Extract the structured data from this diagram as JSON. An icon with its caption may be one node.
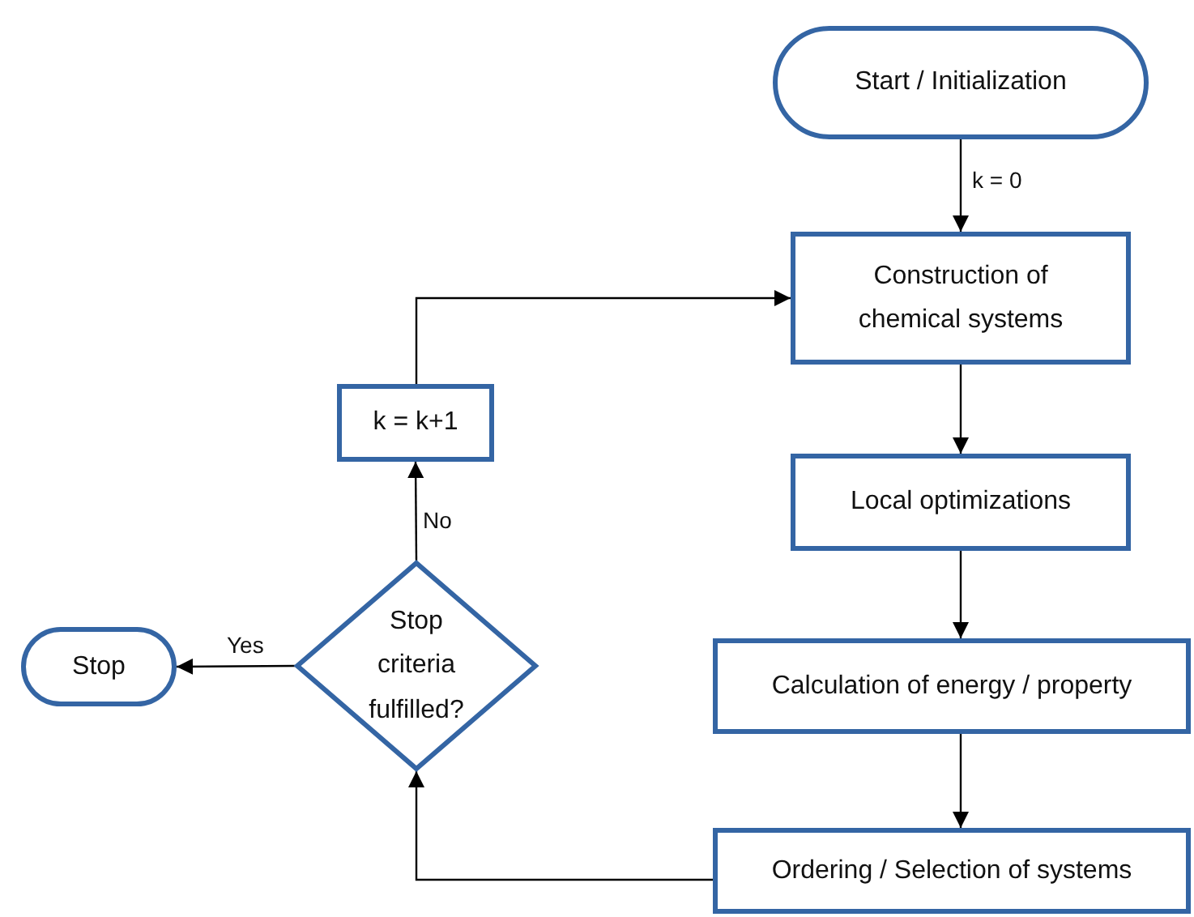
{
  "diagram": {
    "nodes": [
      {
        "text": [
          "Start / Initialization"
        ]
      },
      {
        "text": [
          "Construction of chemical systems"
        ]
      },
      {
        "text": [
          "k = k+1"
        ]
      },
      {
        "text": [
          "Local optimizations"
        ]
      },
      {
        "text": [
          "Stop"
        ]
      },
      {
        "text": [
          "Stop criteria fulfilled?"
        ]
      },
      {
        "text": [
          "Calculation of energy / property"
        ]
      },
      {
        "text": [
          "Ordering / Selection of systems"
        ]
      }
    ],
    "edges": [
      {
        "from": 0,
        "to": 1,
        "arrow": "to",
        "label": "k = 0"
      },
      {
        "from": 1,
        "to": 3,
        "arrow": "to"
      },
      {
        "from": 3,
        "to": 6,
        "arrow": "to"
      },
      {
        "from": 6,
        "to": 7,
        "arrow": "to"
      },
      {
        "from": 7,
        "to": 5,
        "arrow": "to"
      },
      {
        "from": 5,
        "to": 2,
        "arrow": "to",
        "label": "No"
      },
      {
        "from": 2,
        "to": 1,
        "arrow": "to"
      },
      {
        "from": 5,
        "to": 4,
        "arrow": "to",
        "label": "Yes"
      }
    ]
  }
}
